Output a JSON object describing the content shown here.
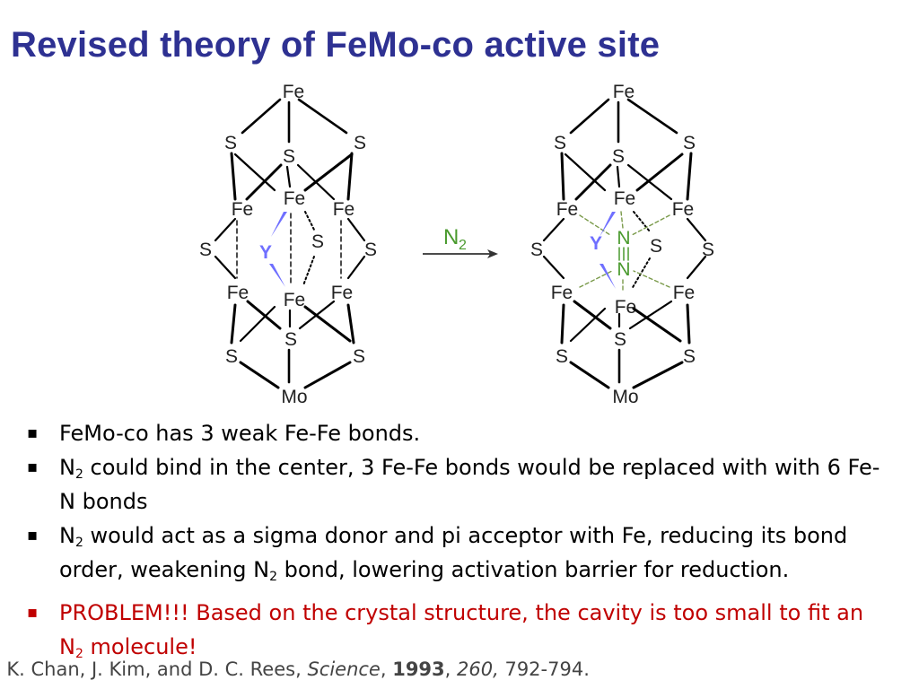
{
  "slide": {
    "title": "Revised theory of FeMo-co active site",
    "bullet_marker": "▪",
    "bullets": [
      {
        "parts": [
          "FeMo-co has 3 weak Fe-Fe bonds."
        ]
      },
      {
        "parts": [
          "N",
          "2",
          " could bind in the center, 3 Fe-Fe bonds would be replaced with with 6 Fe-N  bonds"
        ]
      },
      {
        "parts": [
          "N",
          "2",
          " would act as a sigma donor and pi acceptor with Fe, reducing its bond order, weakening N",
          "2",
          " bond, lowering activation barrier for reduction."
        ]
      },
      {
        "parts": [
          "PROBLEM!!! Based on the crystal structure, the cavity is too small to fit an N",
          "2",
          " molecule!"
        ]
      }
    ],
    "citation": {
      "authors": ". K. Chan, J. Kim, and D. C. Rees, ",
      "journal": "Science",
      "sep1": ", ",
      "year": "1993",
      "sep2": ", ",
      "volume": "260,",
      "pages": " 792-794."
    }
  },
  "diagram": {
    "left_labels": {
      "fe_top": "Fe",
      "s_tl": "S",
      "s_tc": "S",
      "s_tr": "S",
      "fe_ml": "Fe",
      "fe_mc": "Fe",
      "fe_mr": "Fe",
      "s_l": "S",
      "y": "Y",
      "s_c": "S",
      "s_r": "S",
      "fe_ll": "Fe",
      "fe_lc": "Fe",
      "fe_lr": "Fe",
      "s_bl": "S",
      "s_bc": "S",
      "s_br": "S",
      "mo": "Mo"
    },
    "arrow_label": {
      "main": "N",
      "sub": "2"
    },
    "right_labels": {
      "fe_top": "Fe",
      "s_tl": "S",
      "s_tc": "S",
      "s_tr": "S",
      "fe_ml": "Fe",
      "fe_mc": "Fe",
      "fe_mr": "Fe",
      "s_l": "S",
      "y": "Y",
      "n1": "N",
      "n2": "N",
      "s_c": "S",
      "s_r": "S",
      "fe_ll": "Fe",
      "fe_lc": "Fe",
      "fe_lr": "Fe",
      "s_bl": "S",
      "s_bc": "S",
      "s_br": "S",
      "mo": "Mo"
    },
    "colors": {
      "title": "#2e3192",
      "y_atom": "#6f6fff",
      "n_atom": "#4a9a2e",
      "problem": "#c00000"
    }
  }
}
